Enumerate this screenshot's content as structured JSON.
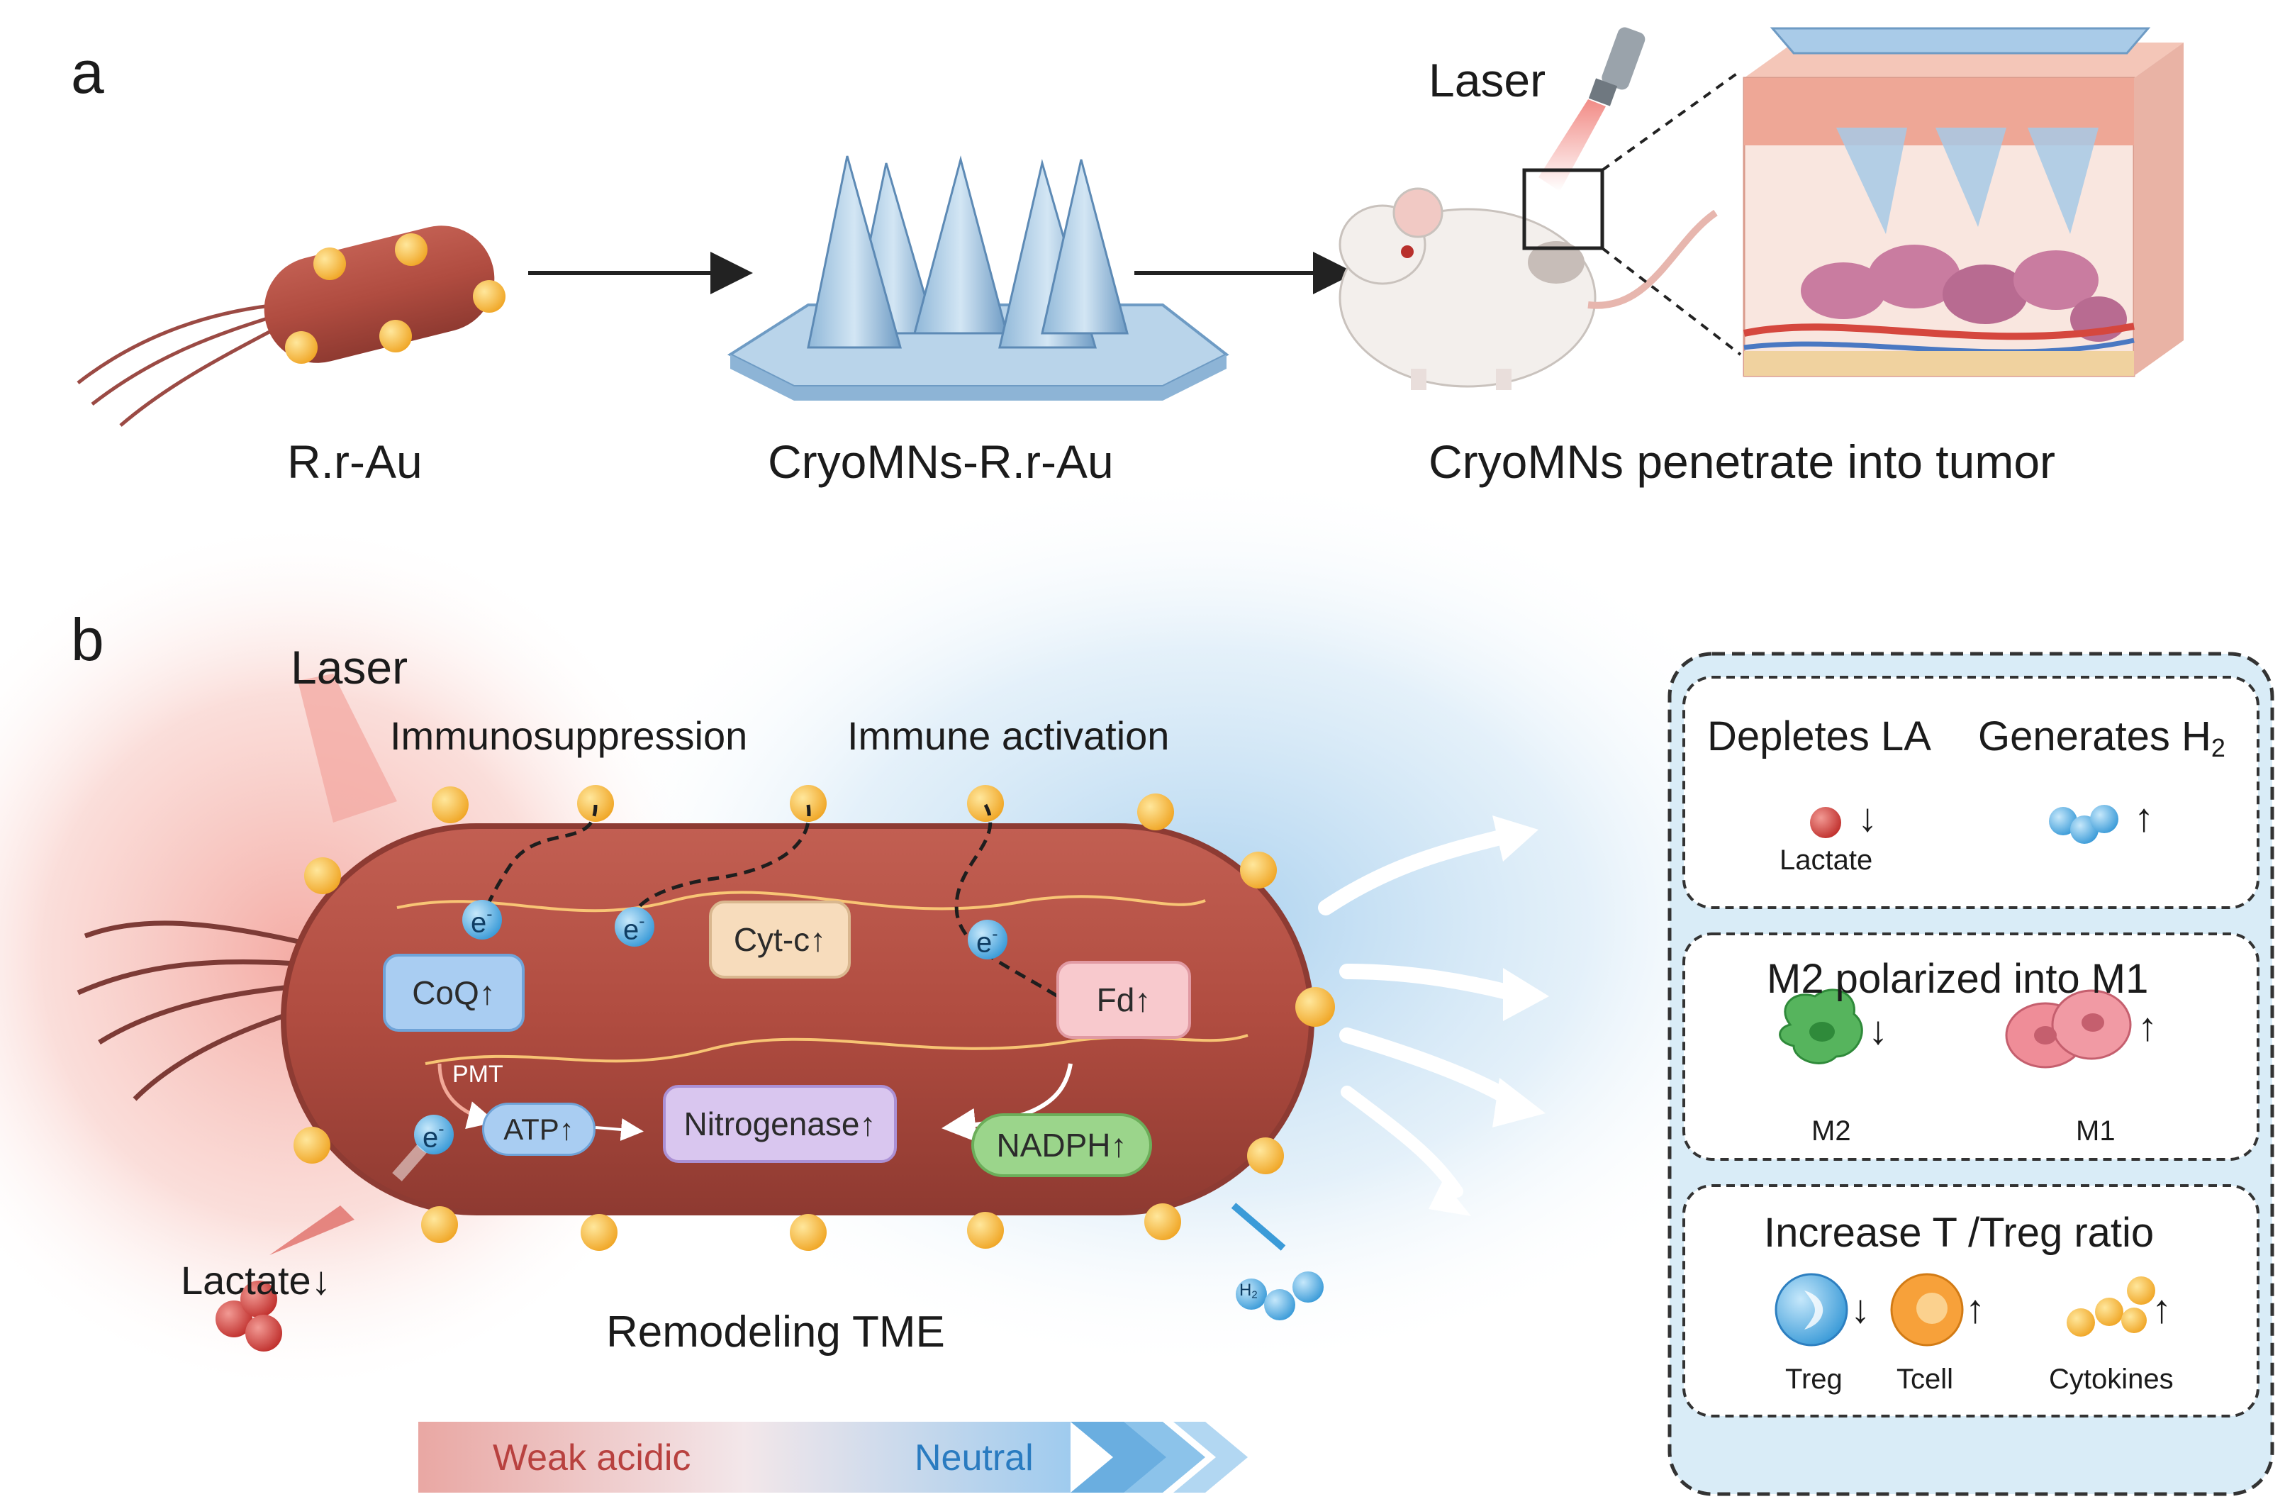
{
  "panel_a": {
    "letter": "a",
    "laser": "Laser",
    "steps": [
      "R.r-Au",
      "CryoMNs-R.r-Au",
      "CryoMNs penetrate into tumor"
    ]
  },
  "panel_b": {
    "letter": "b",
    "laser": "Laser",
    "immunosuppression": "Immunosuppression",
    "immune_activation": "Immune activation",
    "electron": "e",
    "electron_sign": "-",
    "coq": "CoQ",
    "cytc": "Cyt-c",
    "fd": "Fd",
    "pmt": "PMT",
    "atp": "ATP",
    "nitrogenase": "Nitrogenase",
    "nadph": "NADPH",
    "lactate_in": "Lactate",
    "remodeling": "Remodeling TME",
    "weak_acidic": "Weak acidic",
    "neutral": "Neutral",
    "h_letter": "H",
    "h_sub": "2",
    "up_arrow": "↑",
    "down_arrow": "↓"
  },
  "effects": {
    "box1": {
      "depletes": "Depletes LA",
      "generates": "Generates H",
      "generates_sub": "2",
      "lactate": "Lactate"
    },
    "box2": {
      "title": "M2 polarized into M1",
      "m2": "M2",
      "m1": "M1"
    },
    "box3": {
      "title": "Increase T /Treg ratio",
      "treg": "Treg",
      "tcell": "Tcell",
      "cytokines": "Cytokines"
    }
  },
  "colors": {
    "bacterium": "#b94f43",
    "gold": "#f5b83a",
    "panel_bg": "#d9ecf7",
    "acidic": "#e8857f",
    "neutral": "#6aaee0",
    "coq": "#a9cdf2",
    "cytc": "#f7dcbc",
    "fd": "#f8c9cd",
    "nitrogenase": "#d9c6ef",
    "nadph": "#9bd58b"
  }
}
